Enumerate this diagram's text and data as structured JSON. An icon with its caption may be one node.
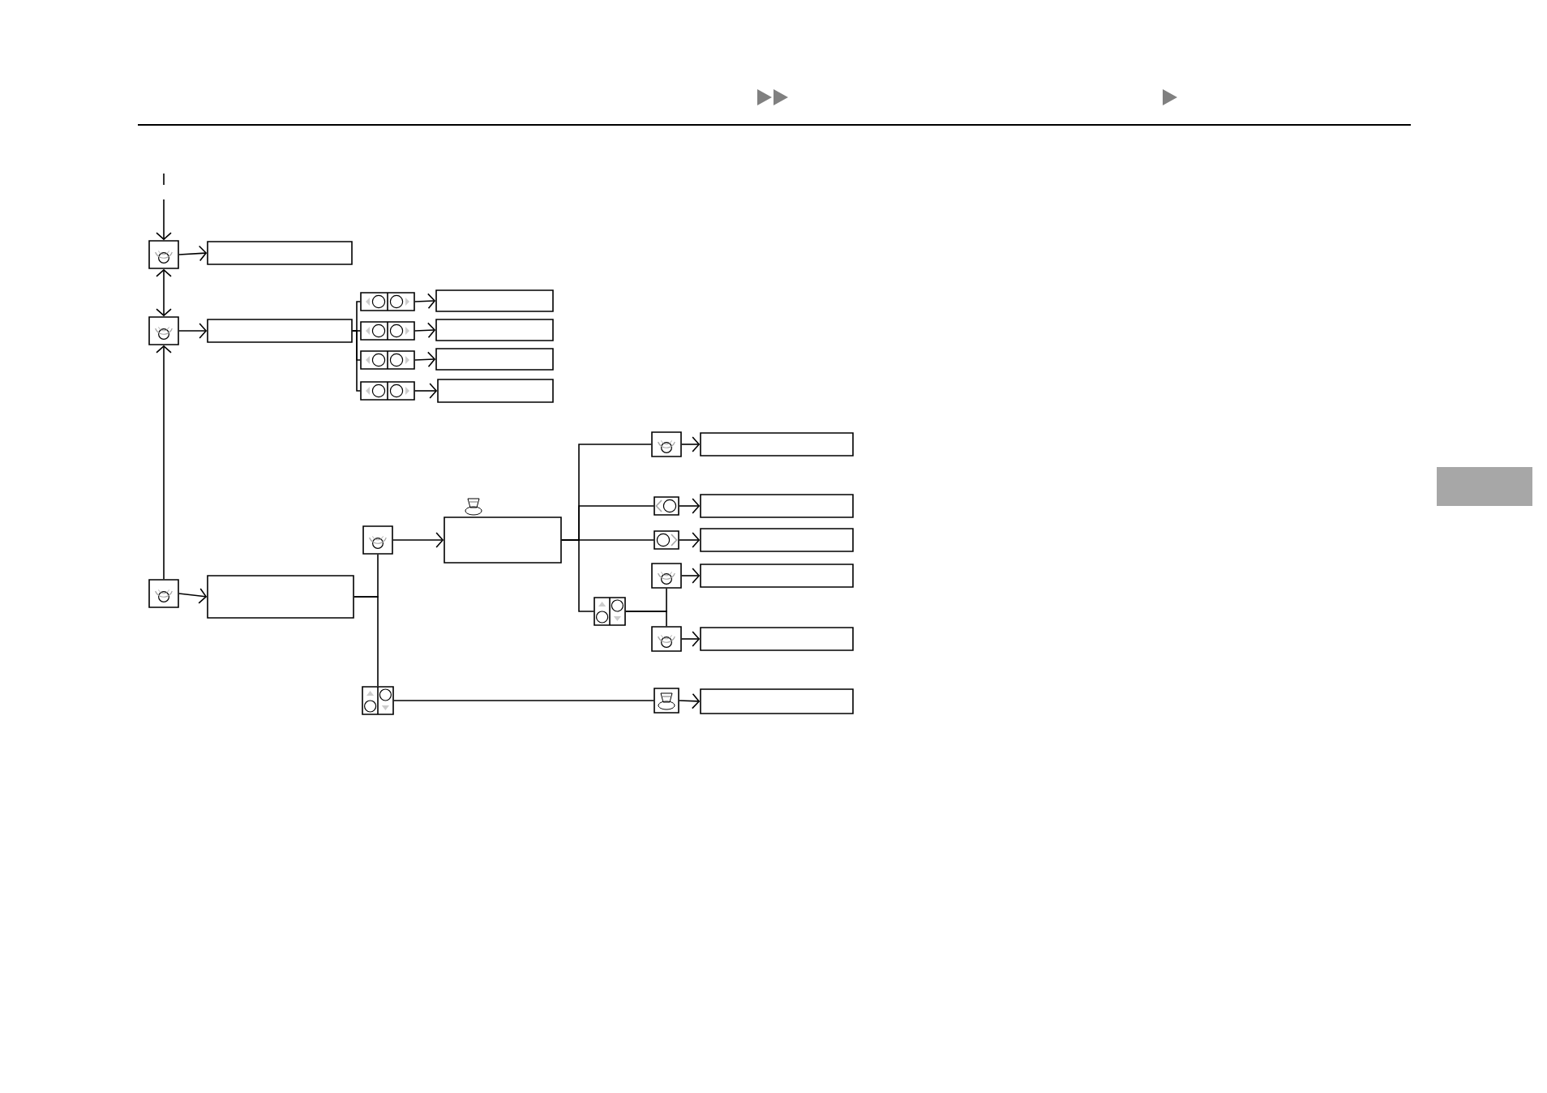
{
  "diagram": {
    "nodes": [
      {
        "text": [],
        "shape": "button"
      },
      {
        "text": [],
        "shape": "box"
      },
      {
        "text": [],
        "shape": "button"
      },
      {
        "text": [],
        "shape": "box"
      },
      {
        "text": [],
        "shape": "button"
      },
      {
        "text": [],
        "shape": "box"
      },
      {
        "text": [],
        "shape": "button"
      },
      {
        "text": [],
        "shape": "box"
      },
      {
        "text": [],
        "shape": "button"
      },
      {
        "text": [],
        "shape": "box"
      },
      {
        "text": [],
        "shape": "button"
      },
      {
        "text": [],
        "shape": "box"
      },
      {
        "text": [],
        "shape": "button"
      },
      {
        "text": [],
        "shape": "box"
      },
      {
        "text": [],
        "shape": "button"
      },
      {
        "text": [],
        "shape": "box"
      },
      {
        "text": [],
        "shape": "button"
      },
      {
        "text": [],
        "shape": "box"
      },
      {
        "text": [],
        "shape": "button"
      },
      {
        "text": [],
        "shape": "box"
      },
      {
        "text": [],
        "shape": "button"
      },
      {
        "text": [],
        "shape": "box"
      },
      {
        "text": [],
        "shape": "button"
      },
      {
        "text": [],
        "shape": "box"
      },
      {
        "text": [],
        "shape": "button"
      },
      {
        "text": [],
        "shape": "button"
      },
      {
        "text": [],
        "shape": "box"
      },
      {
        "text": [],
        "shape": "button"
      },
      {
        "text": [],
        "shape": "button"
      },
      {
        "text": [],
        "shape": "box"
      }
    ],
    "edges": [
      {
        "from": null,
        "to": 0,
        "arrow": "to",
        "style": "dashed"
      },
      {
        "from": 0,
        "to": 1,
        "arrow": "to"
      },
      {
        "from": 0,
        "to": 4,
        "arrow": "both"
      },
      {
        "from": 4,
        "to": 5,
        "arrow": "to"
      },
      {
        "from": 22,
        "to": 4,
        "arrow": "to"
      },
      {
        "from": 22,
        "to": 23,
        "arrow": "to"
      },
      {
        "from": 5,
        "to": 2,
        "arrow": "none"
      },
      {
        "from": 5,
        "to": 6,
        "arrow": "none"
      },
      {
        "from": 5,
        "to": 8,
        "arrow": "none"
      },
      {
        "from": 5,
        "to": 10,
        "arrow": "none"
      },
      {
        "from": 2,
        "to": 3,
        "arrow": "to"
      },
      {
        "from": 6,
        "to": 7,
        "arrow": "to"
      },
      {
        "from": 8,
        "to": 9,
        "arrow": "to"
      },
      {
        "from": 10,
        "to": 11,
        "arrow": "to"
      },
      {
        "from": 23,
        "to": 16,
        "arrow": "none"
      },
      {
        "from": 23,
        "to": 27,
        "arrow": "none"
      },
      {
        "from": 16,
        "to": 17,
        "arrow": "to"
      },
      {
        "from": 17,
        "to": 12,
        "arrow": "none"
      },
      {
        "from": 17,
        "to": 14,
        "arrow": "none"
      },
      {
        "from": 17,
        "to": 18,
        "arrow": "none"
      },
      {
        "from": 17,
        "to": 24,
        "arrow": "none"
      },
      {
        "from": 24,
        "to": 20,
        "arrow": "none"
      },
      {
        "from": 24,
        "to": 25,
        "arrow": "none"
      },
      {
        "from": 12,
        "to": 13,
        "arrow": "to"
      },
      {
        "from": 14,
        "to": 15,
        "arrow": "to"
      },
      {
        "from": 18,
        "to": 19,
        "arrow": "to"
      },
      {
        "from": 20,
        "to": 21,
        "arrow": "to"
      },
      {
        "from": 25,
        "to": 26,
        "arrow": "to"
      },
      {
        "from": 27,
        "to": 28,
        "arrow": "none"
      },
      {
        "from": 28,
        "to": 29,
        "arrow": "to"
      }
    ]
  }
}
